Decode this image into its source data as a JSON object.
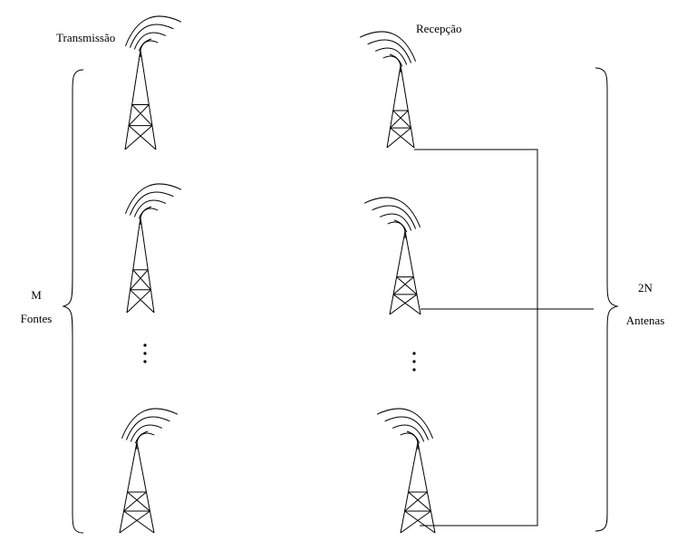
{
  "labels": {
    "transmission": "Transmissão",
    "reception": "Recepção",
    "sources_count": "M",
    "sources_name": "Fontes",
    "antennas_count": "2N",
    "antennas_name": "Antenas"
  },
  "colors": {
    "stroke": "#000000",
    "background": "#ffffff"
  },
  "icons": {
    "tower": "antenna-tower-icon",
    "waves": "radio-wave-icon",
    "ellipsis": "vertical-ellipsis-icon",
    "brace": "curly-brace-icon"
  }
}
